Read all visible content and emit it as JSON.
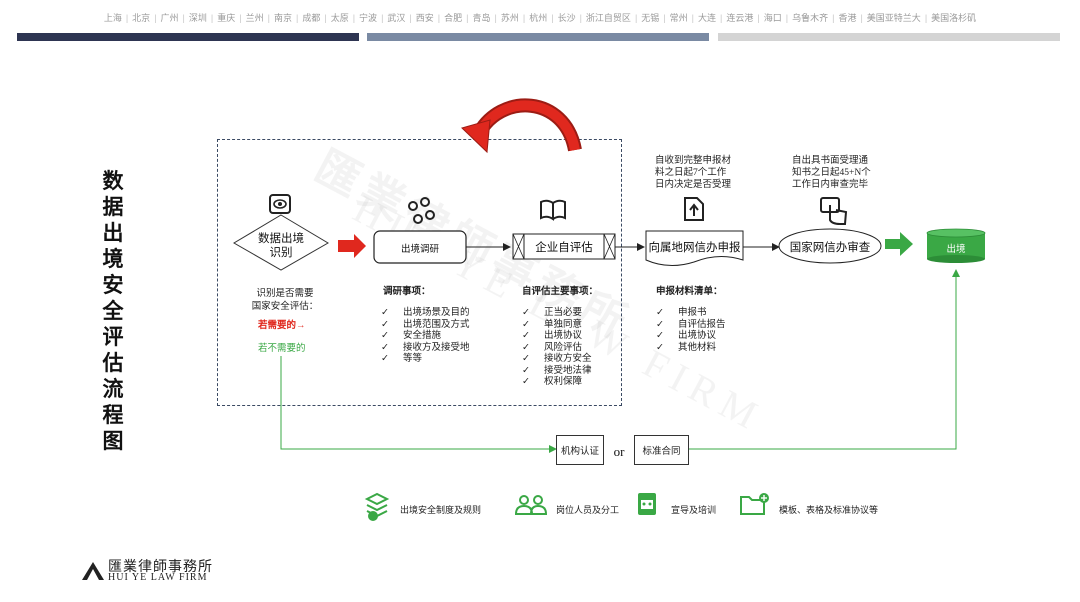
{
  "cities": [
    "上海",
    "北京",
    "广州",
    "深圳",
    "重庆",
    "兰州",
    "南京",
    "成都",
    "太原",
    "宁波",
    "武汉",
    "西安",
    "合肥",
    "青岛",
    "苏州",
    "杭州",
    "长沙",
    "浙江自贸区",
    "无锡",
    "常州",
    "大连",
    "连云港",
    "海口",
    "乌鲁木齐",
    "香港",
    "美国亚特兰大",
    "美国洛杉矶"
  ],
  "colors": {
    "bar1": "#2e3552",
    "bar2": "#7a8aa3",
    "bar3": "#d4d4d4",
    "red": "#e0281e",
    "green": "#3aa845",
    "frame": "#3b4a63"
  },
  "title": "数据出境安全评估流程图",
  "watermark": {
    "cn": "匯業律師事務所",
    "en": "HUI YE LAW FIRM"
  },
  "nodes": {
    "identify": "数据出境\n识别",
    "research": "出境调研",
    "self_eval": "企业自评估",
    "apply": "向属地网信办申报",
    "review": "国家网信办审查",
    "exit": "出境"
  },
  "identify_notes": {
    "question": "识别是否需要\n国家安全评估：",
    "yes": "若需要的→",
    "no": "若不需要的"
  },
  "research_items": {
    "heading": "调研事项：",
    "items": [
      "出境场景及目的",
      "出境范围及方式",
      "安全措施",
      "接收方及接受地",
      "等等"
    ]
  },
  "self_eval_items": {
    "heading": "自评估主要事项：",
    "items": [
      "正当必要",
      "单独同意",
      "出境协议",
      "风险评估",
      "接收方安全",
      "接受地法律",
      "权利保障"
    ]
  },
  "apply_note": "自收到完整申报材\n料之日起7个工作\n日内决定是否受理",
  "review_note": "自出具书面受理通\n知书之日起45+N个\n工作日内审查完毕",
  "materials": {
    "heading": "申报材料清单：",
    "items": [
      "申报书",
      "自评估报告",
      "出境协议",
      "其他材料"
    ]
  },
  "alt_path": {
    "left": "机构认证",
    "or": "or",
    "right": "标准合同"
  },
  "features": [
    "出境安全制度及规则",
    "岗位人员及分工",
    "宣导及培训",
    "模板、表格及标准协议等"
  ],
  "logo": {
    "cn": "匯業律師事務所",
    "en": "HUI YE LAW FIRM"
  }
}
